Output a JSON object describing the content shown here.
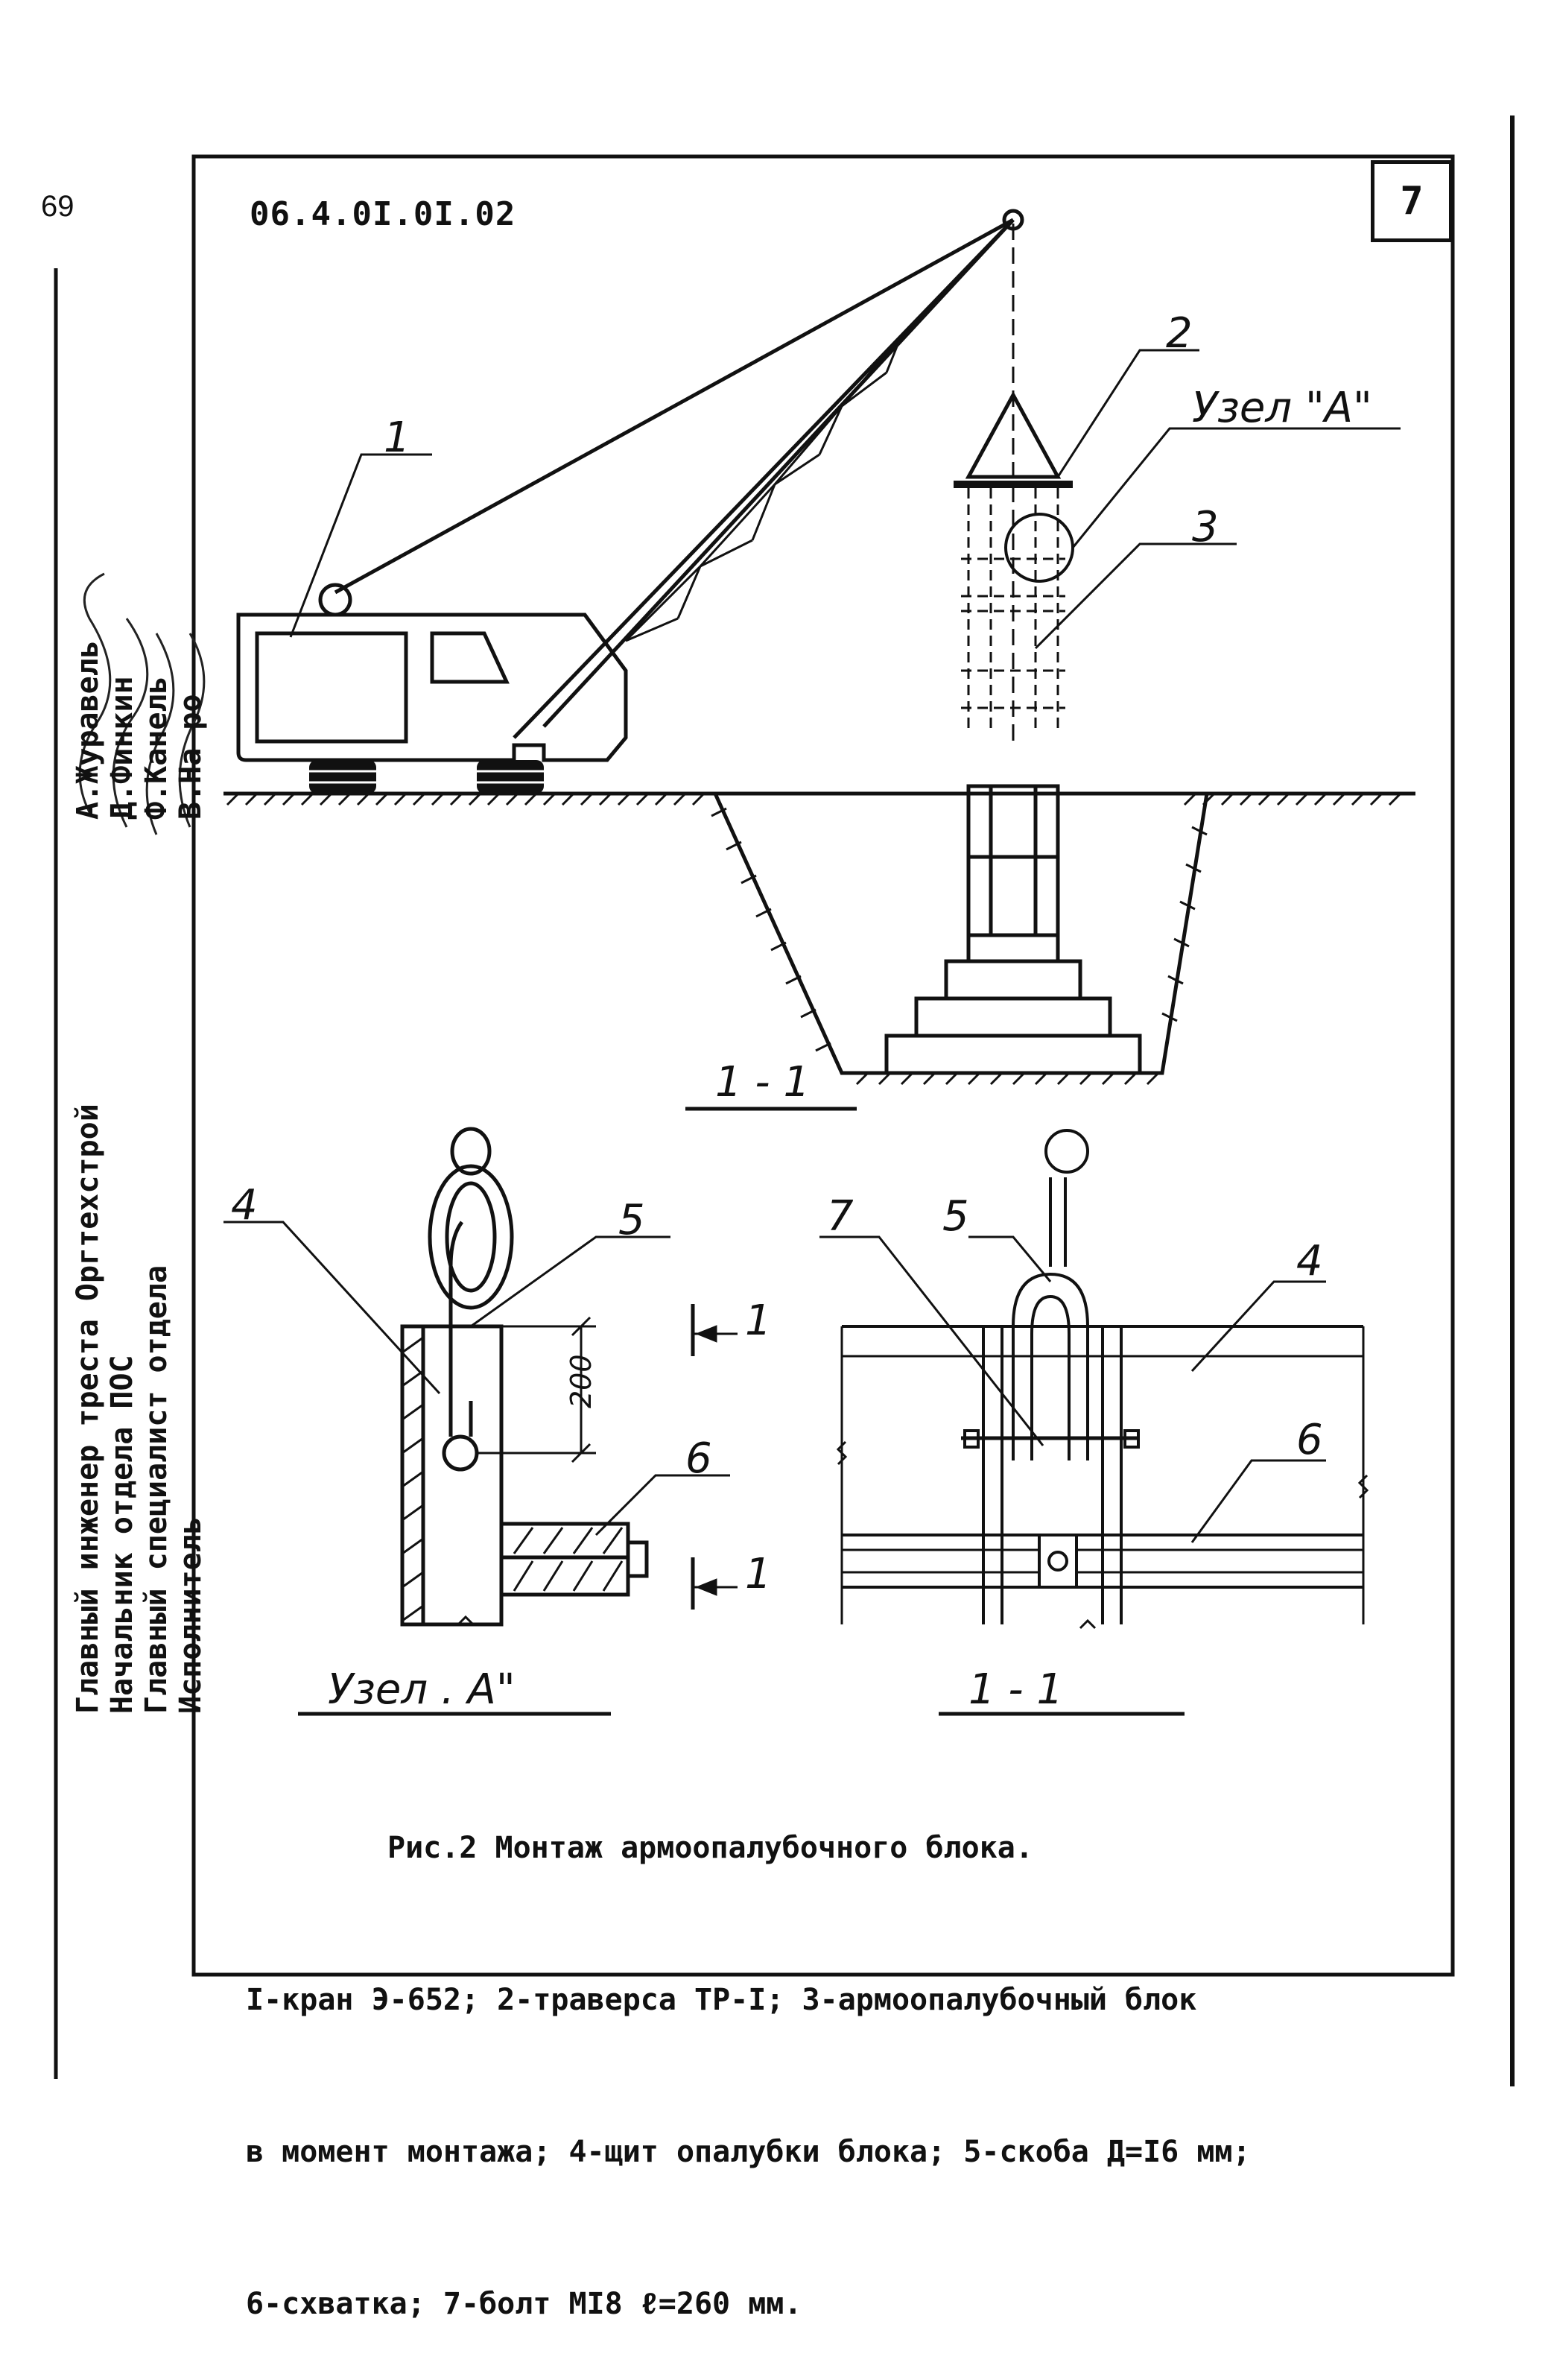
{
  "page_number": "69",
  "drawing_code": "06.4.0I.0I.02",
  "sheet_number": "7",
  "stamp": {
    "roles": [
      "Главный инженер треста Оргтехстрой",
      "Начальник отдела ПОС",
      "Главный специалист отдела",
      "Исполнитель"
    ],
    "names": [
      "А.Журавель",
      "Д.Финкин",
      "Ф.Канель",
      "В.На ро"
    ]
  },
  "labels": {
    "crane_no": "1",
    "traverse_no": "2",
    "block_no": "3",
    "shield_no": "4",
    "bracket_no": "5",
    "clamp_no": "6",
    "bolt_no": "7",
    "node_callout": "Узел \"А\"",
    "section_main": "1 - 1",
    "section_cut_top": "1",
    "section_cut_bottom": "1",
    "dim_200": "200",
    "node_title": "Узел . А\"",
    "section_detail": "1 - 1"
  },
  "caption": {
    "line1": "Рис.2 Монтаж армоопалубочного блока.",
    "line2": "I-кран Э-652; 2-траверса ТР-I; 3-армоопалубочный блок",
    "line3": "в момент монтажа; 4-щит опалубки блока; 5-скоба Д=I6 мм;",
    "line4": "6-схватка; 7-болт МI8 ℓ=260 мм."
  }
}
